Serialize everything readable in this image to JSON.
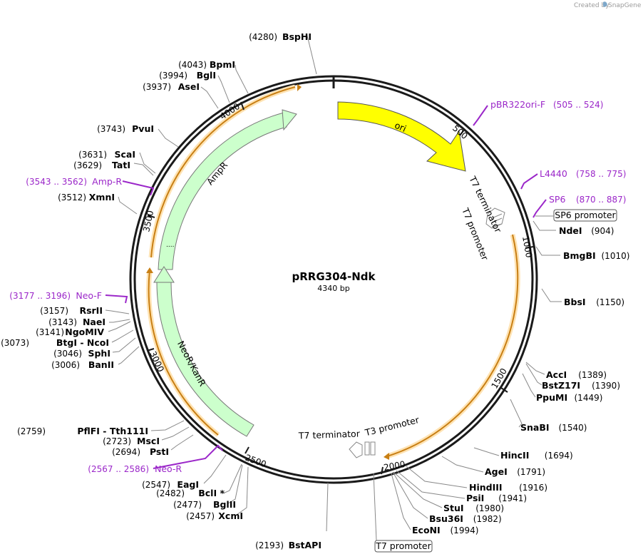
{
  "credit": {
    "prefix": "Created by",
    "brand": "SnapGene"
  },
  "plasmid": {
    "name": "pRRG304-Ndk",
    "length_label": "4340 bp",
    "length": 4340
  },
  "colors": {
    "backbone": "#1a1a1a",
    "ori": "#ffff00",
    "cds": "#ccffcc",
    "orf_outline": "#f2a63a",
    "primer": "#9b27c9",
    "leader": "#888888"
  },
  "ticks": [
    "500",
    "1000",
    "1500",
    "2000",
    "2500",
    "3000",
    "3500",
    "4000"
  ],
  "features": {
    "ori": "ori",
    "ampr": "AmpR",
    "neokan": "NeoR/KanR",
    "t7term_top": "T7 terminator",
    "t7prom_top": "T7 promoter",
    "t7term_bot": "T7 terminator",
    "t3prom_bot": "T3 promoter",
    "sp6prom_box": "SP6 promoter",
    "t7prom_box": "T7 promoter"
  },
  "sites_right": [
    {
      "name": "NdeI",
      "pos": "(904)"
    },
    {
      "name": "BmgBI",
      "pos": "(1010)"
    },
    {
      "name": "BbsI",
      "pos": "(1150)"
    },
    {
      "name": "AccI",
      "pos": "(1389)"
    },
    {
      "name": "BstZ17I",
      "pos": "(1390)"
    },
    {
      "name": "PpuMI",
      "pos": "(1449)"
    },
    {
      "name": "SnaBI",
      "pos": "(1540)"
    },
    {
      "name": "HincII",
      "pos": "(1694)"
    },
    {
      "name": "AgeI",
      "pos": "(1791)"
    },
    {
      "name": "HindIII",
      "pos": "(1916)"
    },
    {
      "name": "PsiI",
      "pos": "(1941)"
    },
    {
      "name": "StuI",
      "pos": "(1980)"
    },
    {
      "name": "Bsu36I",
      "pos": "(1982)"
    },
    {
      "name": "EcoNI",
      "pos": "(1994)"
    }
  ],
  "sites_bottom": [
    {
      "name": "BstAPI",
      "pos": "(2193)"
    }
  ],
  "sites_left": [
    {
      "name": "XcmI",
      "pos": "(2457)"
    },
    {
      "name": "BglII",
      "pos": "(2477)"
    },
    {
      "name": "BclI *",
      "pos": "(2482)"
    },
    {
      "name": "EagI",
      "pos": "(2547)"
    },
    {
      "name": "PstI",
      "pos": "(2694)"
    },
    {
      "name": "MscI",
      "pos": "(2723)"
    },
    {
      "name": "PflFI  -  Tth111I",
      "pos": "(2759)"
    },
    {
      "name": "BanII",
      "pos": "(3006)"
    },
    {
      "name": "SphI",
      "pos": "(3046)"
    },
    {
      "name": "BtgI  -  NcoI",
      "pos": "(3073)"
    },
    {
      "name": "NgoMIV",
      "pos": "(3141)"
    },
    {
      "name": "NaeI",
      "pos": "(3143)"
    },
    {
      "name": "RsrII",
      "pos": "(3157)"
    },
    {
      "name": "XmnI",
      "pos": "(3512)"
    },
    {
      "name": "TatI",
      "pos": "(3629)"
    },
    {
      "name": "ScaI",
      "pos": "(3631)"
    },
    {
      "name": "PvuI",
      "pos": "(3743)"
    },
    {
      "name": "AseI",
      "pos": "(3937)"
    },
    {
      "name": "BglI",
      "pos": "(3994)"
    },
    {
      "name": "BpmI",
      "pos": "(4043)"
    },
    {
      "name": "BspHI",
      "pos": "(4280)"
    }
  ],
  "primers": [
    {
      "name": "pBR322ori-F",
      "range": "(505 .. 524)"
    },
    {
      "name": "L4440",
      "range": "(758 .. 775)"
    },
    {
      "name": "SP6",
      "range": "(870 .. 887)"
    },
    {
      "name": "Amp-R",
      "range": "(3543 .. 3562)"
    },
    {
      "name": "Neo-F",
      "range": "(3177 .. 3196)"
    },
    {
      "name": "Neo-R",
      "range": "(2567 .. 2586)"
    }
  ]
}
